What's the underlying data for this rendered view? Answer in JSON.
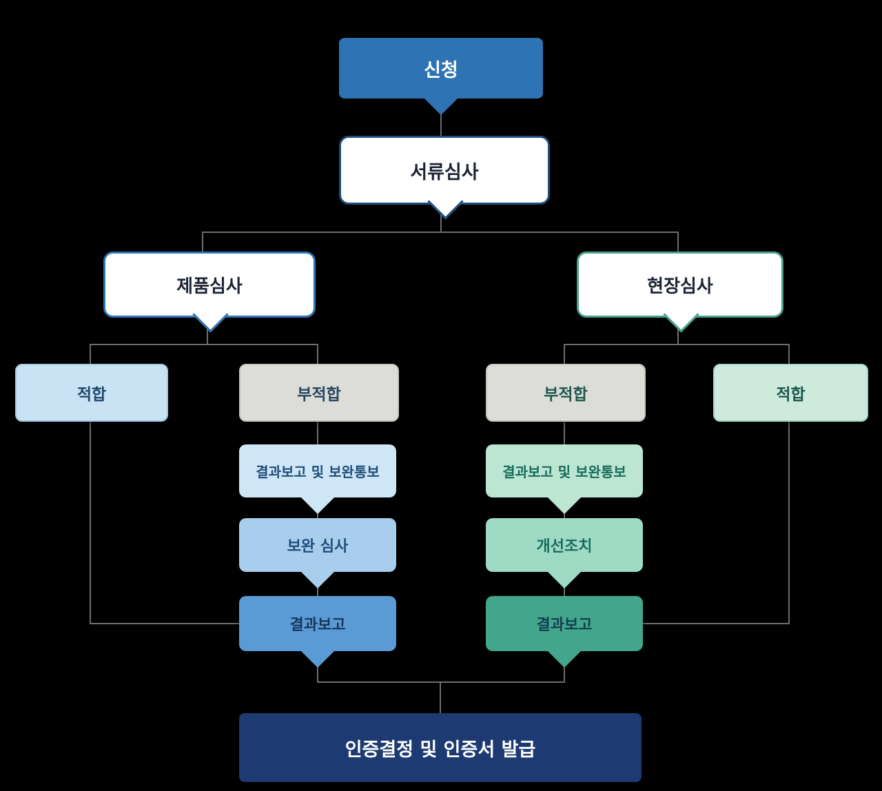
{
  "nodes": {
    "apply": "신청",
    "doc_review": "서류심사",
    "product_review": "제품심사",
    "site_review": "현장심사",
    "product_pass": "적합",
    "product_fail": "부적합",
    "product_report_notify": "결과보고 및 보완통보",
    "supplement_review": "보완 심사",
    "product_result_report": "결과보고",
    "site_fail": "부적합",
    "site_pass": "적합",
    "site_report_notify": "결과보고 및 보완통보",
    "improvement_action": "개선조치",
    "site_result_report": "결과보고",
    "final_decision": "인증결정 및 인증서 발급"
  },
  "colors": {
    "apply_fill": "#2e74b5",
    "doc_review_border": "#1f4e79",
    "product_review_border": "#2e75b6",
    "site_review_border": "#47a38c",
    "pass_left_fill": "#c9e2f4",
    "fail_fill": "#dcdcd8",
    "report_notify_left_fill": "#cfe6f7",
    "supplement_fill": "#a9cded",
    "result_left_fill": "#5b9bd5",
    "pass_right_fill": "#cdeadd",
    "report_notify_right_fill": "#bce5d2",
    "improvement_fill": "#9fdac4",
    "result_right_fill": "#41a68b",
    "final_fill": "#1e3a72",
    "connector_line": "#6e6e6e"
  }
}
